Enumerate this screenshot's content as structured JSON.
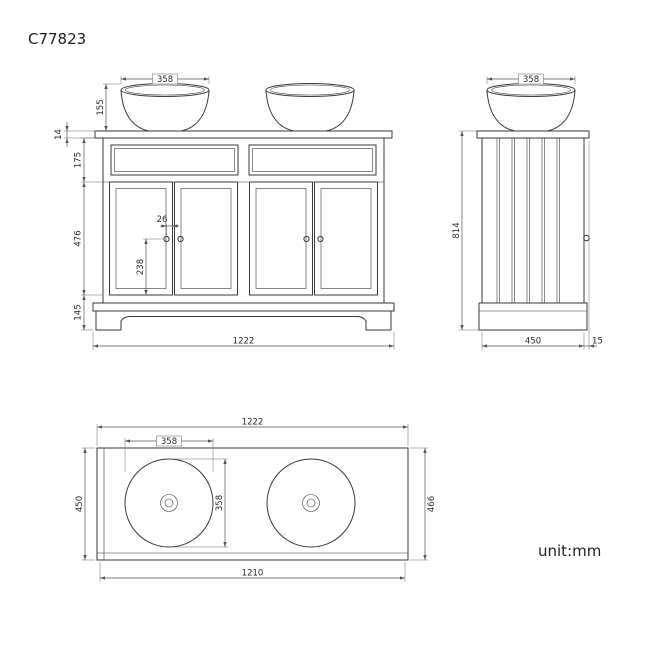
{
  "title": "C77823",
  "unit_label": "unit:mm",
  "colors": {
    "object_line": "#3a3a3a",
    "dimension_line": "#555555",
    "text": "#2b2b2b",
    "background": "#ffffff"
  },
  "views": {
    "front": {
      "label": "front-elevation",
      "dims": {
        "basin_diameter": "358",
        "basin_height": "155",
        "countertop_thickness": "14",
        "top_frame_height": "175",
        "door_height": "476",
        "plinth_height": "145",
        "handle_to_bottom": "238",
        "handle_offset": "26",
        "overall_width": "1222"
      }
    },
    "side": {
      "label": "side-elevation",
      "dims": {
        "basin_diameter": "358",
        "overall_height": "814",
        "cabinet_depth": "450",
        "countertop_overhang": "15"
      }
    },
    "plan": {
      "label": "plan-view",
      "dims": {
        "overall_width": "1222",
        "basin_diameter_x": "358",
        "basin_diameter_y": "358",
        "depth_left": "450",
        "depth_right": "466",
        "cabinet_width": "1210"
      }
    }
  }
}
